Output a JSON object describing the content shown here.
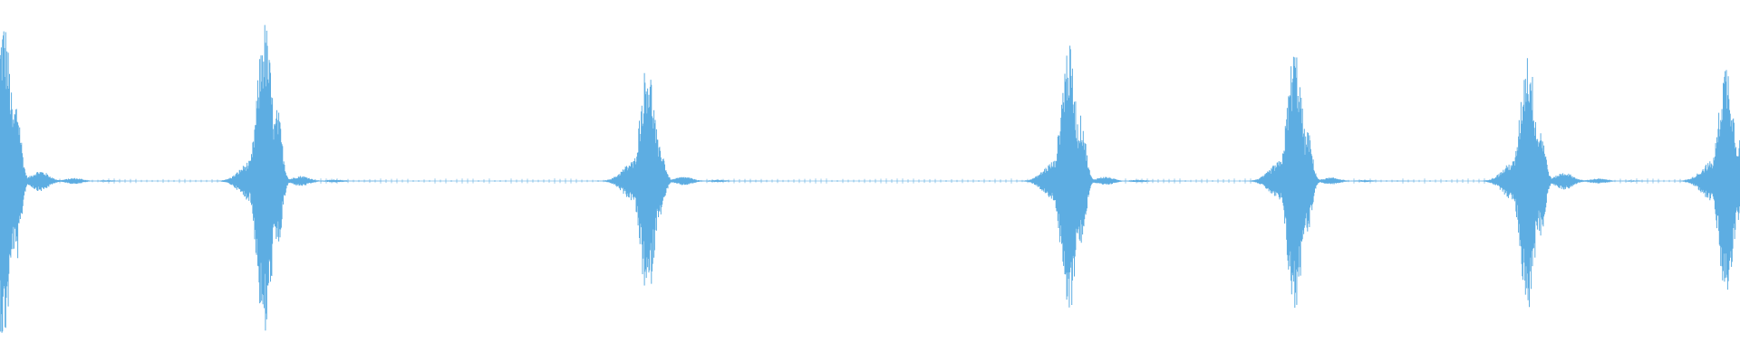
{
  "waveform": {
    "color": "#5dade2",
    "style": "audio-waveform",
    "amplitude_range": [
      -1,
      1
    ],
    "baseline_noise_level": 0.01,
    "bursts": [
      {
        "t": 0.0,
        "peak": 0.98,
        "primary": 0.95,
        "secondary": 0.48,
        "tail": 0.12
      },
      {
        "t": 0.15,
        "peak": 0.95,
        "primary": 0.93,
        "secondary": 0.42,
        "tail": 0.06
      },
      {
        "t": 0.37,
        "peak": 0.72,
        "primary": 0.7,
        "secondary": 0.2,
        "tail": 0.05
      },
      {
        "t": 0.612,
        "peak": 0.82,
        "primary": 0.8,
        "secondary": 0.38,
        "tail": 0.05
      },
      {
        "t": 0.742,
        "peak": 0.81,
        "primary": 0.78,
        "secondary": 0.3,
        "tail": 0.04
      },
      {
        "t": 0.876,
        "peak": 0.78,
        "primary": 0.76,
        "secondary": 0.32,
        "tail": 0.1
      },
      {
        "t": 0.99,
        "peak": 0.73,
        "primary": 0.7,
        "secondary": 0.25,
        "tail": 0.05
      }
    ]
  }
}
